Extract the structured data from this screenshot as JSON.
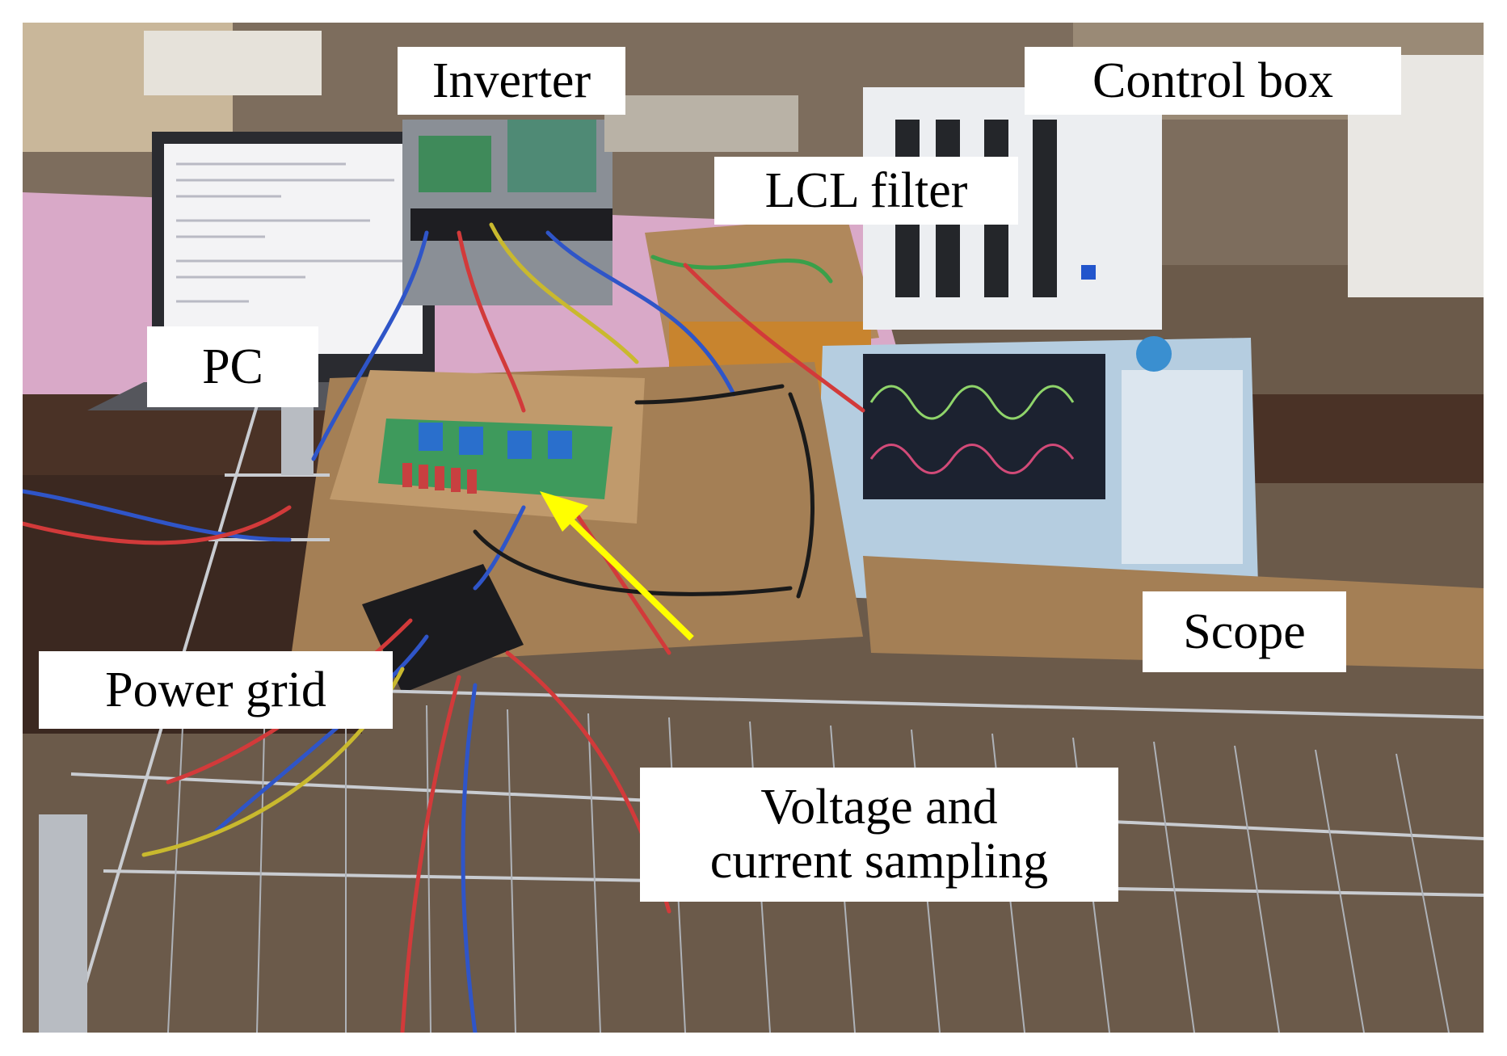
{
  "labels": {
    "inverter": "Inverter",
    "control_box": "Control box",
    "lcl_filter": "LCL filter",
    "pc": "PC",
    "scope": "Scope",
    "power_grid": "Power grid",
    "sampling_line1": "Voltage and",
    "sampling_line2": "current sampling"
  },
  "colors": {
    "arrow": "#ffff00",
    "label_background": "#ffffff",
    "label_text": "#000000"
  }
}
